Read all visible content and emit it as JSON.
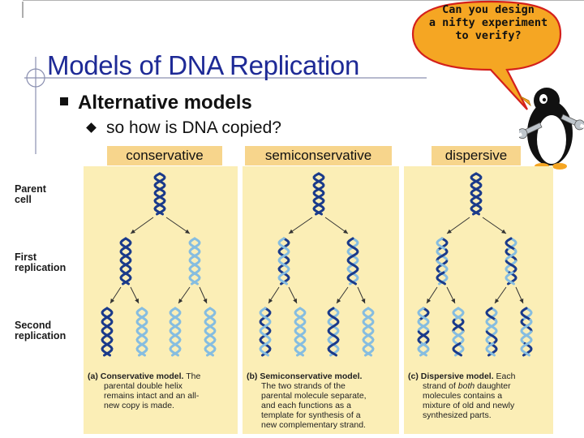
{
  "slide": {
    "title": "Models of DNA Replication",
    "bullet1": "Alternative models",
    "bullet2": "so how is DNA copied?"
  },
  "callout": {
    "line1": "Can you design",
    "line2": "a nifty experiment",
    "line3": "to verify?"
  },
  "columns": [
    {
      "label": "conservative"
    },
    {
      "label": "semiconservative"
    },
    {
      "label": "dispersive"
    }
  ],
  "row_labels": {
    "parent": [
      "Parent",
      "cell"
    ],
    "first": [
      "First",
      "replication"
    ],
    "second": [
      "Second",
      "replication"
    ]
  },
  "captions": {
    "a": {
      "tag": "(a)",
      "bold": "Conservative model.",
      "l1": " The",
      "l2": "parental double helix",
      "l3": "remains intact and an all-",
      "l4": "new copy is made."
    },
    "b": {
      "tag": "(b)",
      "bold": "Semiconservative model.",
      "l2": "The two strands of the",
      "l3": "parental molecule separate,",
      "l4": "and each functions as a",
      "l5": "template for synthesis of a",
      "l6": "new complementary strand."
    },
    "c": {
      "tag": "(c)",
      "bold": "Dispersive model.",
      "l1": " Each",
      "l2pre": "strand of ",
      "l2it": "both",
      "l2post": " daughter",
      "l3": "molecules contains a",
      "l4": "mixture of old and newly",
      "l5": "synthesized parts."
    }
  },
  "colors": {
    "title": "#1e2a96",
    "panel": "#fbeeb6",
    "header_bg": "#f7d58c",
    "old_strand": "#1a3a8a",
    "new_strand": "#86bde0",
    "callout_fill": "#f5a623",
    "callout_stroke": "#d4201b"
  }
}
